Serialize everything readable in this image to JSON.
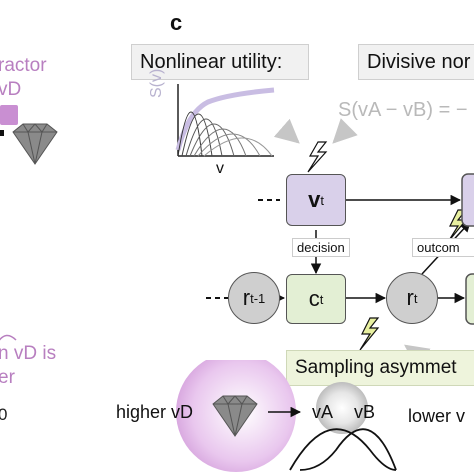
{
  "panel_label": "c",
  "left_fragment": {
    "line1": "ractor",
    "line2": "vD",
    "line3": "n vD is",
    "line4": "er",
    "line5": "0"
  },
  "titles": {
    "nonlinear_utility": "Nonlinear utility:",
    "divisive": "Divisive nor"
  },
  "formula": "S(vA − vB) = −",
  "plot": {
    "ylabel": "S(v)",
    "xlabel": "v"
  },
  "nodes": {
    "v_main": "v",
    "v_sub": "t",
    "c_main": "c",
    "c_sub": "t",
    "r_prev_main": "r",
    "r_prev_sub": "t-1",
    "r_main": "r",
    "r_sub": "t",
    "ellipsis_left_top": "···",
    "ellipsis_left_bottom": "···"
  },
  "labels": {
    "decision": "decision",
    "outcome": "outcom"
  },
  "sampling": "Sampling asymmet",
  "bottom": {
    "higher": "higher vD",
    "vA": "vA",
    "vB": "vB",
    "lower": "lower v"
  },
  "colors": {
    "purple_text": "#b87fc0",
    "v_node": "#d9d0ea",
    "c_node": "#e3efd4",
    "r_node": "#cfcfcf",
    "sampling_bg": "#eef4dc",
    "bolt_yellow": "#e8f0a0"
  }
}
